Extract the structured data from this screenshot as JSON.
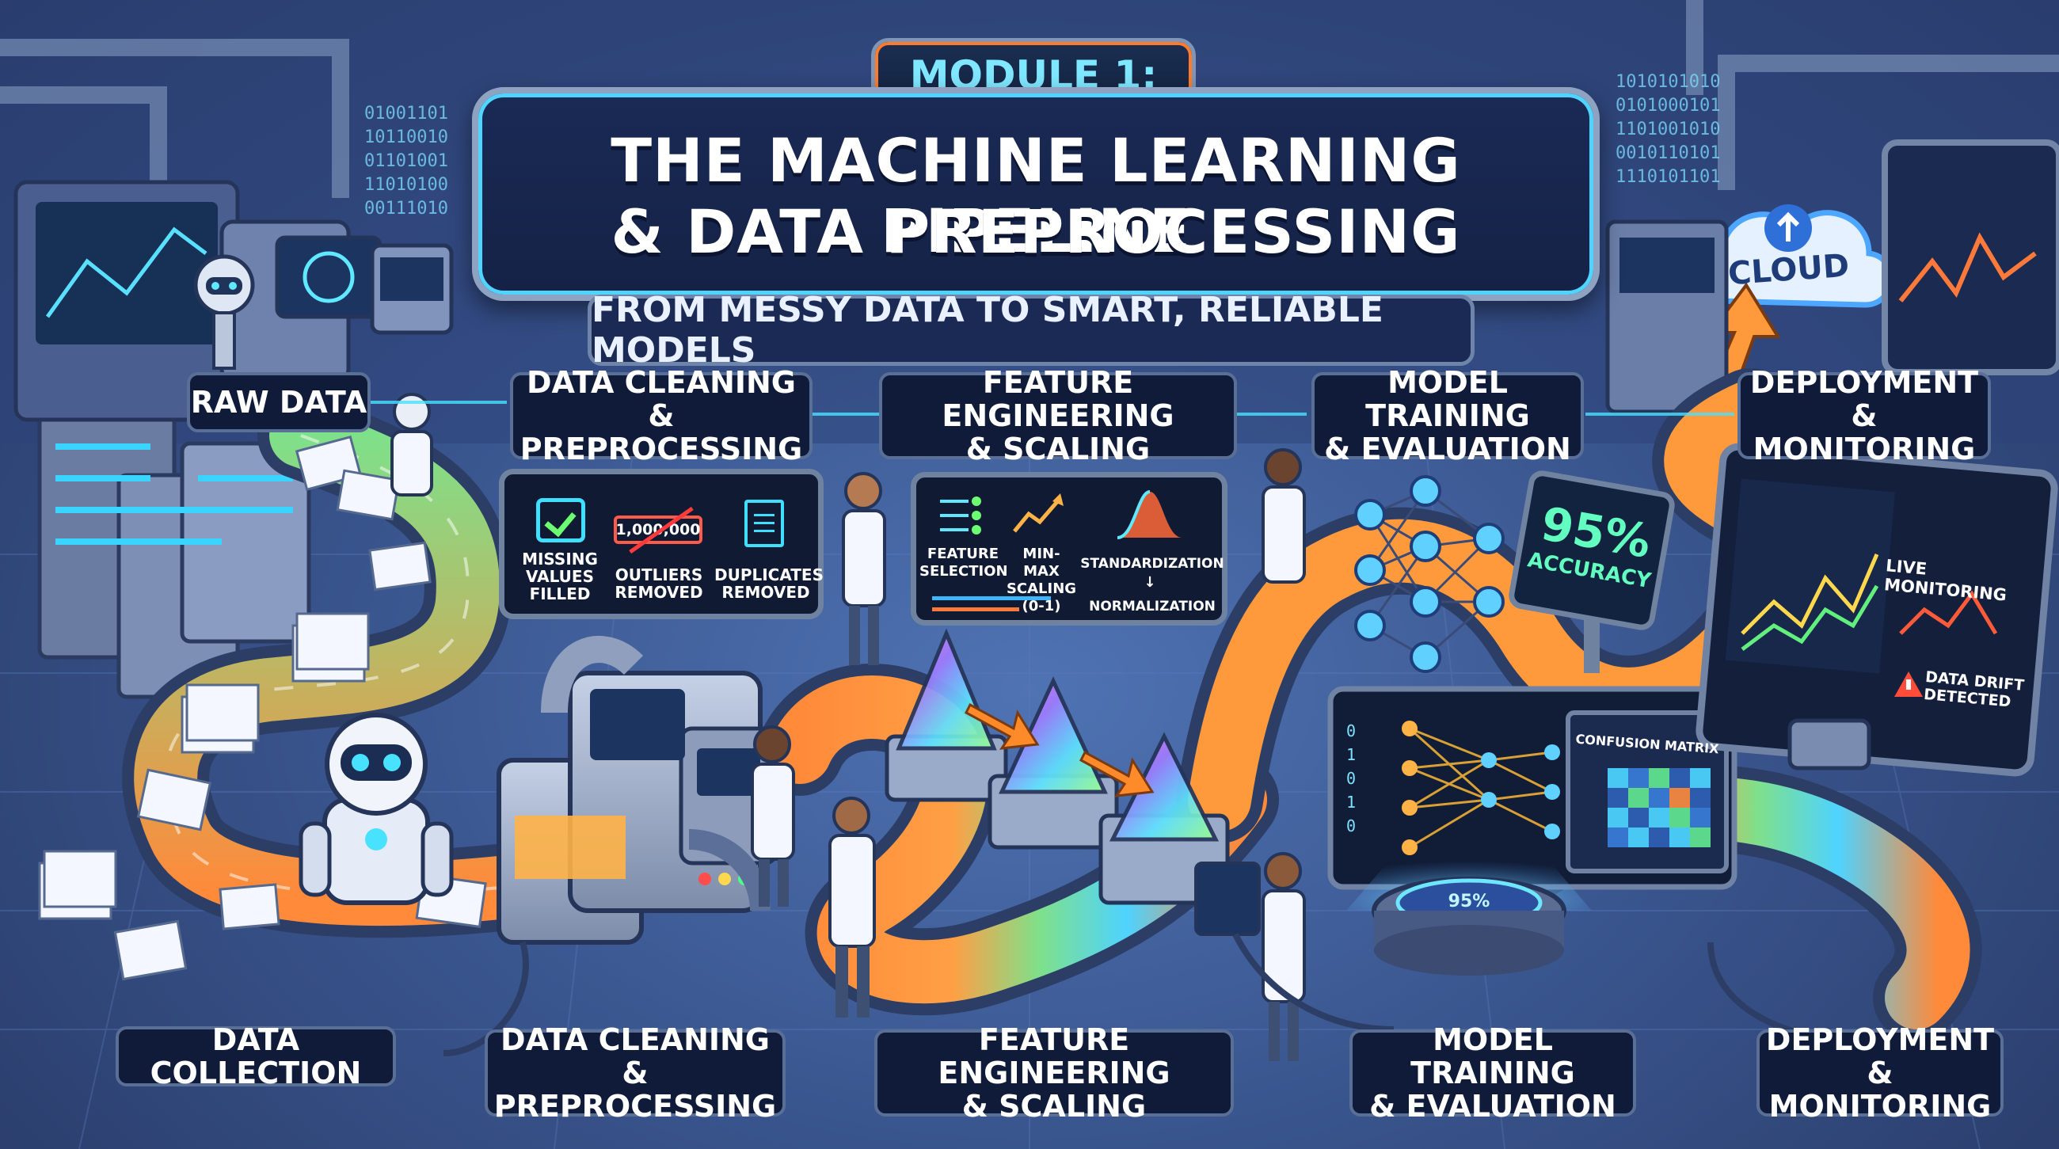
{
  "header": {
    "module_tag": "MODULE 1:",
    "title_line1": "THE MACHINE LEARNING PIPELINE",
    "title_line2": "& DATA PREPROCESSING",
    "subtitle": "FROM MESSY DATA TO SMART, RELIABLE MODELS"
  },
  "top_stages": [
    {
      "line1": "RAW DATA",
      "line2": ""
    },
    {
      "line1": "DATA CLEANING",
      "line2": "& PREPROCESSING"
    },
    {
      "line1": "FEATURE ENGINEERING",
      "line2": "& SCALING"
    },
    {
      "line1": "MODEL TRAINING",
      "line2": "& EVALUATION"
    },
    {
      "line1": "DEPLOYMENT",
      "line2": "& MONITORING"
    }
  ],
  "bottom_stages": [
    {
      "line1": "DATA COLLECTION",
      "line2": ""
    },
    {
      "line1": "DATA CLEANING",
      "line2": "& PREPROCESSING"
    },
    {
      "line1": "FEATURE ENGINEERING",
      "line2": "& SCALING"
    },
    {
      "line1": "MODEL TRAINING",
      "line2": "& EVALUATION"
    },
    {
      "line1": "DEPLOYMENT",
      "line2": "& MONITORING"
    }
  ],
  "cleaning_screen": {
    "missing_line1": "MISSING",
    "missing_line2": "VALUES",
    "missing_line3": "FILLED",
    "outlier_value": "1,000,000",
    "outliers_line1": "OUTLIERS",
    "outliers_line2": "REMOVED",
    "duplicates_line1": "DUPLICATES",
    "duplicates_line2": "REMOVED"
  },
  "feature_screen": {
    "selection_line1": "FEATURE",
    "selection_line2": "SELECTION",
    "minmax_line1": "MIN-MAX",
    "minmax_line2": "SCALING",
    "minmax_line3": "(0-1)",
    "standardization": "STANDARDIZATION",
    "normalization": "NORMALIZATION"
  },
  "evaluation": {
    "accuracy_value": "95%",
    "accuracy_label": "ACCURACY",
    "confusion_matrix": "CONFUSION MATRIX",
    "hologram_value": "95%"
  },
  "monitoring": {
    "live_monitoring": "LIVE MONITORING",
    "drift_line1": "DATA DRIFT",
    "drift_line2": "DETECTED"
  },
  "cloud": {
    "label": "CLOUD"
  },
  "colors": {
    "background": "#3a568f",
    "panel_dark": "#0f1b38",
    "accent_cyan": "#4fd3ff",
    "accent_orange": "#ff8a3a",
    "pipe_green": "#6be28a"
  },
  "icons": [
    "check-icon",
    "document-icon",
    "arrow-icon",
    "robot-icon",
    "cloud-icon",
    "warning-icon",
    "neural-network-icon",
    "prism-icon"
  ]
}
